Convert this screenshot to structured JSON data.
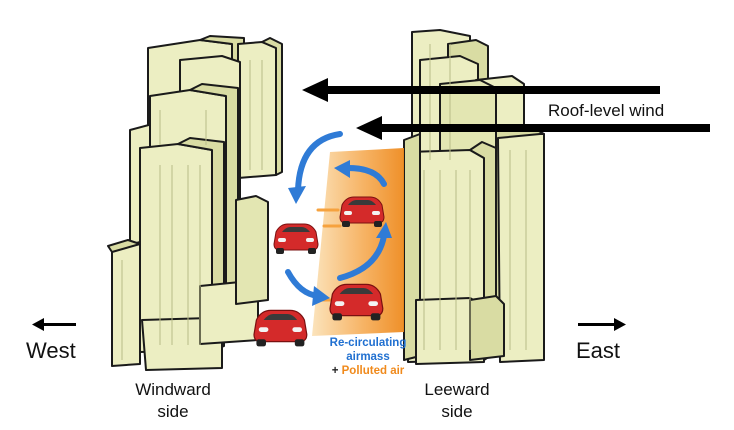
{
  "labels": {
    "roof_wind": "Roof-level wind",
    "west": "West",
    "east": "East",
    "windward_line1": "Windward",
    "windward_line2": "side",
    "leeward_line1": "Leeward",
    "leeward_line2": "side",
    "recirc_line1": "Re-circulating",
    "recirc_line2": "airmass",
    "plus": "+",
    "polluted": "Polluted air"
  },
  "colors": {
    "building_fill": "#eceec2",
    "building_shade": "#d9dca3",
    "outline": "#1a1a1a",
    "recirc_blue": "#2f7bd6",
    "polluted_orange": "#f08a1c",
    "car_red": "#d42a2a"
  }
}
